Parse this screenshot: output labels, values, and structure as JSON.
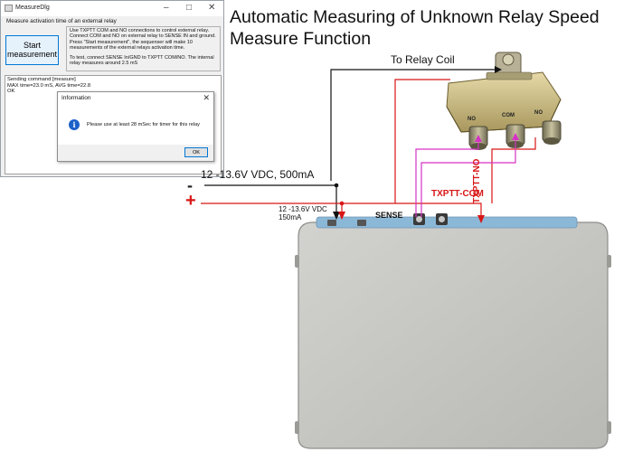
{
  "dialog": {
    "title": "MeasureDlg",
    "minimize_glyph": "–",
    "maximize_glyph": "□",
    "close_glyph": "✕",
    "subheading": "Measure activation time of an external relay",
    "start_button_label": "Start measurement",
    "instructions": [
      "Use TXPTT COM and NO connections to control external relay.",
      "Connect COM and NO on external relay to SENSE IN and ground.",
      "Press \"Start measurement\", the sequenser will make 10",
      "measurements of the external relays activation time."
    ],
    "instructions_test": [
      "To test, connect SENSE In/GND to TXPTT COM/NO. The internal",
      "relay measures around 2.5 mS"
    ],
    "log_lines": [
      "Sending command [measure]",
      "MAX time=23.0 mS, AVG time=22.8",
      "OK"
    ]
  },
  "info_dialog": {
    "title": "Information",
    "close_glyph": "✕",
    "icon_glyph": "i",
    "message": "Please use at least 28 mSec for timer for this relay",
    "ok_label": "OK"
  },
  "diagram": {
    "title_line1": "Automatic Measuring of Unknown Relay Speed",
    "title_line2": "Measure Function",
    "relay_coil_label": "To Relay Coil",
    "supply_label": "12 -13.6V VDC, 500mA",
    "minus_sign": "-",
    "plus_sign": "+",
    "control_voltage_line1": "12 -13.6V VDC",
    "control_voltage_line2": "150mA",
    "sense_label": "SENSE",
    "txptt_com_label": "TXPTT-COM",
    "txptt_no_label": "TXPTT-NO",
    "relay_marks": {
      "no": "NO",
      "com": "COM"
    }
  },
  "colors": {
    "red_wire": "#d81616",
    "magenta_wire": "#d633c4",
    "black_wire": "#111111",
    "dialog_accent": "#0078d7",
    "info_icon": "#1c61c9"
  }
}
